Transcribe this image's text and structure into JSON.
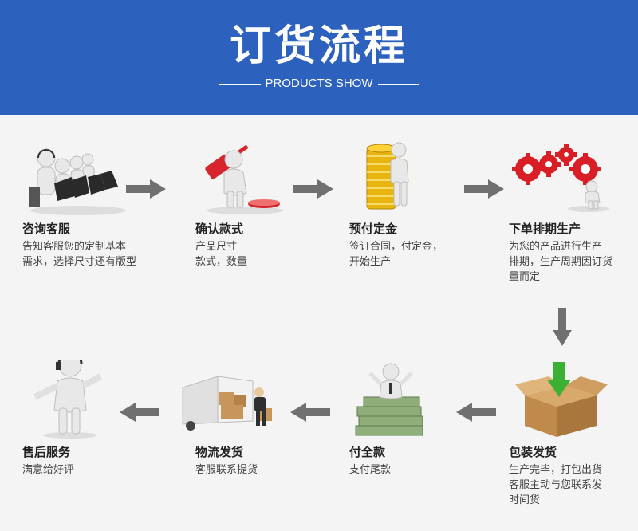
{
  "header": {
    "title": "订货流程",
    "subtitle": "PRODUCTS SHOW",
    "background": "#2c62be"
  },
  "steps": [
    {
      "name": "咨询客服",
      "desc": [
        "告知客服您的定制基本",
        "需求，选择尺寸还有版型"
      ],
      "icon": "customer-service-icon"
    },
    {
      "name": "确认款式",
      "desc": [
        "产品尺寸",
        "款式，数量"
      ],
      "icon": "hammer-icon"
    },
    {
      "name": "预付定金",
      "desc": [
        "签订合同，付定金，",
        "开始生产"
      ],
      "icon": "coins-icon"
    },
    {
      "name": "下单排期生产",
      "desc": [
        "为您的产品进行生产",
        "排期，生产周期因订货",
        "量而定"
      ],
      "icon": "gears-icon"
    },
    {
      "name": "包装发货",
      "desc": [
        "生产完毕，打包出货",
        "客服主动与您联系发",
        "时间货"
      ],
      "icon": "box-icon"
    },
    {
      "name": "付全款",
      "desc": [
        "支付尾款"
      ],
      "icon": "money-icon"
    },
    {
      "name": "物流发货",
      "desc": [
        "客服联系提货"
      ],
      "icon": "truck-icon"
    },
    {
      "name": "售后服务",
      "desc": [
        "满意给好评"
      ],
      "icon": "headset-person-icon"
    }
  ]
}
